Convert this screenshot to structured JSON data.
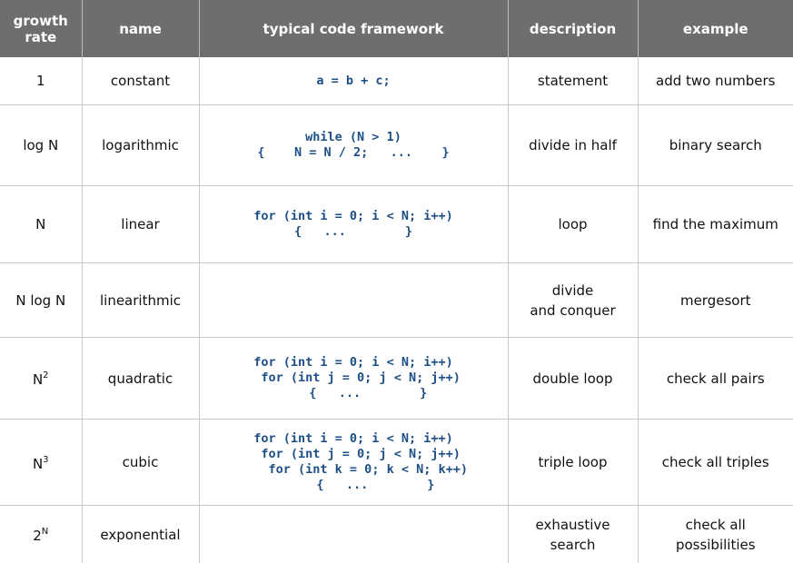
{
  "headers": [
    "growth rate",
    "name",
    "typical code framework",
    "description",
    "example"
  ],
  "rows": [
    {
      "rate_base": "1",
      "rate_sup": "",
      "name": "constant",
      "code": [
        "a = b + c;"
      ],
      "description": [
        "statement"
      ],
      "example": [
        "add two numbers"
      ]
    },
    {
      "rate_base": "log N",
      "rate_sup": "",
      "name": "logarithmic",
      "code": [
        "while (N > 1)",
        "{    N = N / 2;   ...    }"
      ],
      "description": [
        "divide in half"
      ],
      "example": [
        "binary search"
      ]
    },
    {
      "rate_base": "N",
      "rate_sup": "",
      "name": "linear",
      "code": [
        "for (int i = 0; i < N; i++)",
        "{   ...        }"
      ],
      "description": [
        "loop"
      ],
      "example": [
        "find the maximum"
      ]
    },
    {
      "rate_base": "N log N",
      "rate_sup": "",
      "name": "linearithmic",
      "code": [],
      "description": [
        "divide",
        "and conquer"
      ],
      "example": [
        "mergesort"
      ]
    },
    {
      "rate_base": "N",
      "rate_sup": "2",
      "name": "quadratic",
      "code": [
        "for (int i = 0; i < N; i++)",
        "  for (int j = 0; j < N; j++)",
        "    {   ...        }"
      ],
      "description": [
        "double loop"
      ],
      "example": [
        "check all pairs"
      ]
    },
    {
      "rate_base": "N",
      "rate_sup": "3",
      "name": "cubic",
      "code": [
        "for (int i = 0; i < N; i++)",
        "  for (int j = 0; j < N; j++)",
        "    for (int k = 0; k < N; k++)",
        "      {   ...        }"
      ],
      "description": [
        "triple loop"
      ],
      "example": [
        "check all triples"
      ]
    },
    {
      "rate_base": "2",
      "rate_sup": "N",
      "name": "exponential",
      "code": [],
      "description": [
        "exhaustive",
        "search"
      ],
      "example": [
        "check all",
        "possibilities"
      ]
    }
  ]
}
